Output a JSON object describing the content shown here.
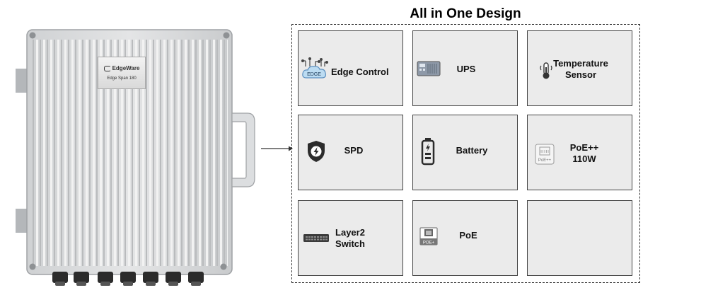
{
  "enclosure": {
    "nameplate_brand": "EdgeWare",
    "nameplate_model": "Edge Span 180"
  },
  "title": "All in One Design",
  "features": [
    {
      "label": "Edge Control",
      "icon": "edge-cloud-icon"
    },
    {
      "label": "UPS",
      "icon": "ups-icon"
    },
    {
      "label": "Temperature\nSensor",
      "icon": "thermometer-icon"
    },
    {
      "label": "SPD",
      "icon": "shield-bolt-icon"
    },
    {
      "label": "Battery",
      "icon": "battery-icon"
    },
    {
      "label": "PoE++\n110W",
      "icon": "poe-plus-port-icon"
    },
    {
      "label": "Layer2\nSwitch",
      "icon": "network-switch-icon"
    },
    {
      "label": "PoE",
      "icon": "poe-port-icon"
    },
    {
      "label": "",
      "icon": ""
    }
  ],
  "icon_texts": {
    "edge": "EDGE",
    "poe_plus": "PoE++",
    "poe": "POE+"
  },
  "colors": {
    "cell_background": "#ebebeb",
    "cell_border": "#444444",
    "edge_icon_blue": "#bcdcf2"
  }
}
